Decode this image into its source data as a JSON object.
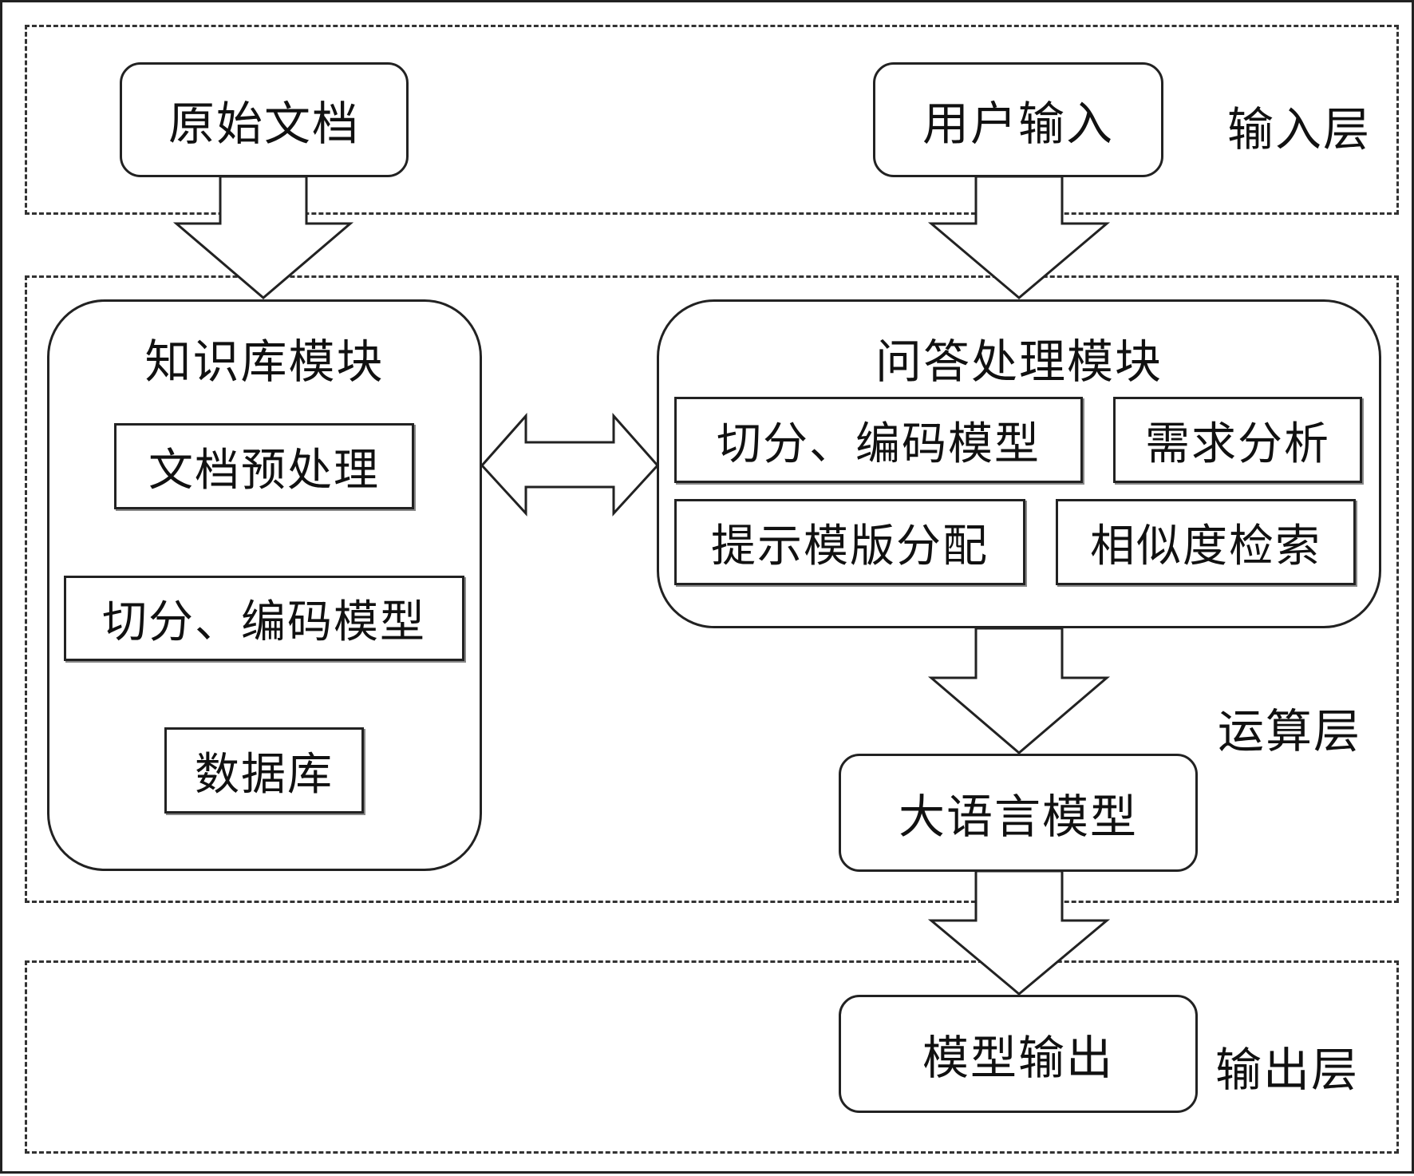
{
  "layers": {
    "input": "输入层",
    "compute": "运算层",
    "output": "输出层"
  },
  "inputs": {
    "raw_docs": "原始文档",
    "user_input": "用户输入"
  },
  "knowledge_module": {
    "title": "知识库模块",
    "items": [
      "文档预处理",
      "切分、编码模型",
      "数据库"
    ]
  },
  "qa_module": {
    "title": "问答处理模块",
    "items": [
      "切分、编码模型",
      "需求分析",
      "提示模版分配",
      "相似度检索"
    ]
  },
  "llm": "大语言模型",
  "model_output": "模型输出"
}
